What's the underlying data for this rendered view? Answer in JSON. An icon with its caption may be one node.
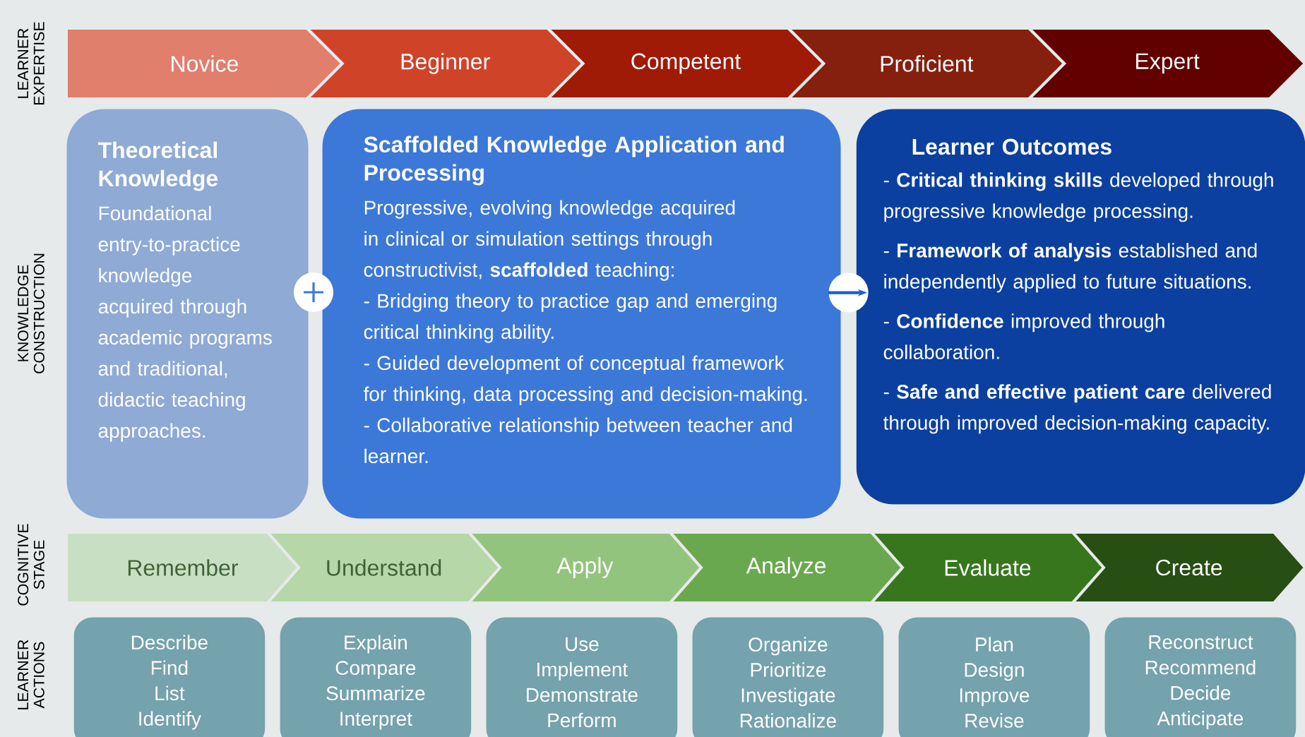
{
  "diagram": {
    "nodes": [
      {
        "text": [
          "Novice"
        ]
      },
      {
        "text": [
          "Beginner"
        ]
      },
      {
        "text": [
          "Competent"
        ]
      },
      {
        "text": [
          "Proficient"
        ]
      },
      {
        "text": [
          "Expert"
        ]
      },
      {
        "text": [
          "Theoretical Knowledge",
          "Foundational entry-to-practice knowledge acquired through academic programs and traditional, didactic teaching approaches."
        ]
      },
      {
        "text": [
          "Scaffolded Knowledge Application and Processing",
          "Progressive, evolving knowledge acquired in clinical or simulation settings through constructivist, **scaffolded** teaching:",
          "- Bridging theory to practice gap and emerging critical thinking ability.",
          "- Guided development of conceptual framework for thinking, data processing  and decision-making.",
          "- Collaborative relationship between teacher and learner."
        ]
      },
      {
        "text": [
          "Learner Outcomes",
          "- **Critical thinking skills** developed through progressive knowledge processing.",
          "- **Framework of analysis** established and independently applied to future situations.",
          "- **Confidence** improved through collaboration.",
          "- **Safe and effective patient care** delivered through improved decision-making capacity."
        ]
      },
      {
        "text": [
          "Remember"
        ]
      },
      {
        "text": [
          "Understand"
        ]
      },
      {
        "text": [
          "Apply"
        ]
      },
      {
        "text": [
          "Analyze"
        ]
      },
      {
        "text": [
          "Evaluate"
        ]
      },
      {
        "text": [
          "Create"
        ]
      },
      {
        "text": [
          "Describe Find List Identify"
        ]
      },
      {
        "text": [
          "Explain Compare Summarize Interpret"
        ]
      },
      {
        "text": [
          "Use Implement Demonstrate Perform"
        ]
      },
      {
        "text": [
          "Organize Prioritize Investigate Rationalize"
        ]
      },
      {
        "text": [
          "Plan Design Improve Revise"
        ]
      },
      {
        "text": [
          "Reconstruct Recommend Decide Anticipate"
        ]
      }
    ],
    "edges": [
      {
        "from": 6,
        "to": 7,
        "arrow": "to"
      }
    ],
    "labels": [
      "LEARNER EXPERTISE",
      "KNOWLEDGE CONSTRUCTION",
      "COGNITIVE STAGE",
      "LEARNER ACTIONS"
    ]
  }
}
